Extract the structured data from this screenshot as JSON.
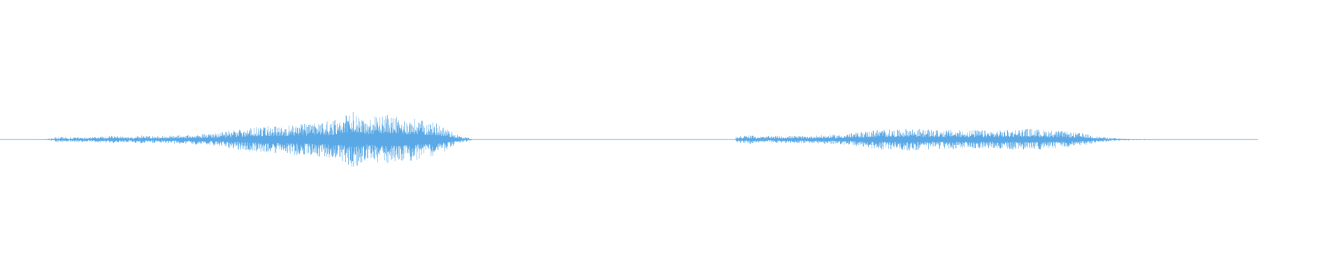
{
  "waveform": {
    "color": "#5aa9e6",
    "background": "#ffffff",
    "clips": [
      {
        "id": "clip-1",
        "start_fraction": 0.0,
        "end_fraction": 0.375,
        "peak_envelope": [
          0.01,
          0.01,
          0.01,
          0.01,
          0.02,
          0.08,
          0.06,
          0.07,
          0.08,
          0.1,
          0.11,
          0.08,
          0.12,
          0.1,
          0.11,
          0.12,
          0.13,
          0.16,
          0.18,
          0.22,
          0.3,
          0.33,
          0.36,
          0.4,
          0.38,
          0.44,
          0.46,
          0.5,
          0.52,
          0.62,
          0.85,
          0.58,
          0.7,
          0.72,
          0.6,
          0.62,
          0.55,
          0.48,
          0.3,
          0.1,
          0.03
        ]
      },
      {
        "id": "clip-2",
        "start_fraction": 0.375,
        "end_fraction": 0.585,
        "peak_envelope": [
          0.01,
          0.01,
          0.01,
          0.01,
          0.01,
          0.01,
          0.01,
          0.01,
          0.01,
          0.01
        ]
      },
      {
        "id": "clip-3",
        "start_fraction": 0.585,
        "end_fraction": 0.935,
        "peak_envelope": [
          0.1,
          0.12,
          0.09,
          0.1,
          0.11,
          0.1,
          0.12,
          0.13,
          0.15,
          0.2,
          0.26,
          0.3,
          0.28,
          0.33,
          0.3,
          0.27,
          0.29,
          0.26,
          0.28,
          0.25,
          0.27,
          0.3,
          0.32,
          0.28,
          0.26,
          0.22,
          0.18,
          0.1,
          0.05,
          0.03,
          0.02,
          0.02,
          0.01,
          0.01
        ]
      }
    ]
  }
}
